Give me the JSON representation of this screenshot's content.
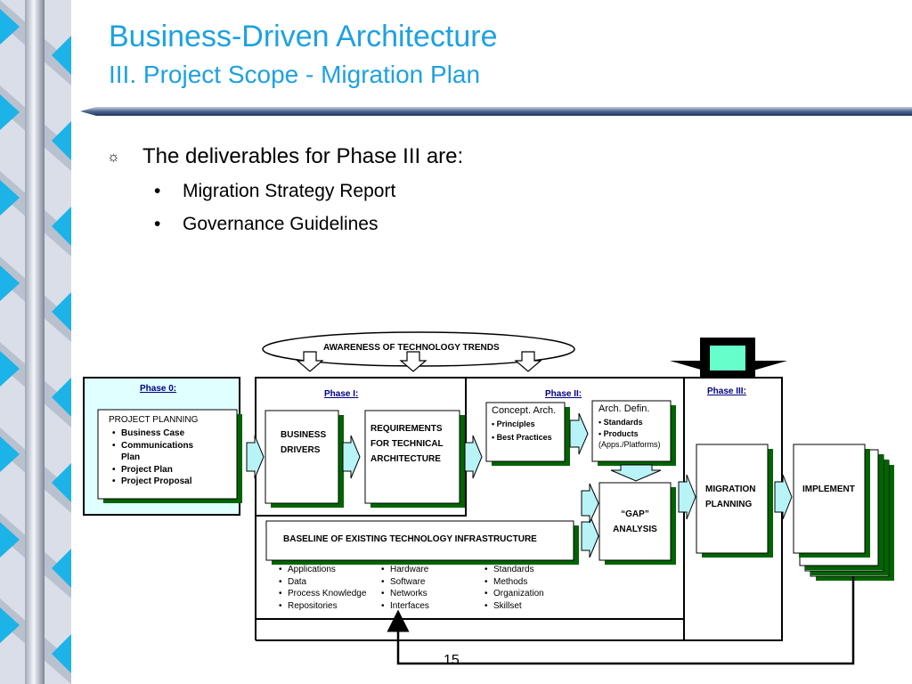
{
  "slide": {
    "title": "Business-Driven Architecture",
    "subtitle": "III. Project Scope - Migration Plan",
    "intro": "The deliverables for Phase III are:",
    "deliverables": [
      "Migration Strategy Report",
      "Governance Guidelines"
    ],
    "page_number": "15"
  },
  "diagram": {
    "trends": "AWARENESS OF TECHNOLOGY TRENDS",
    "phase0": {
      "label": "Phase 0:",
      "heading": "PROJECT PLANNING",
      "items": [
        "Business Case",
        "Communications",
        "Plan",
        "Project Plan",
        "Project Proposal"
      ]
    },
    "phase1": {
      "label": "Phase I:",
      "drivers": [
        "BUSINESS",
        "DRIVERS"
      ],
      "requirements": [
        "REQUIREMENTS",
        "FOR TECHNICAL",
        "ARCHITECTURE"
      ]
    },
    "phase2": {
      "label": "Phase II:",
      "concept_title": "Concept. Arch.",
      "concept_items": [
        "• Principles",
        "• Best Practices"
      ],
      "arch_title": "Arch. Defin.",
      "arch_items": [
        "• Standards",
        "• Products"
      ],
      "arch_note": "(Apps./Platforms)",
      "gap": [
        "“GAP”",
        "ANALYSIS"
      ]
    },
    "phase3": {
      "label": "Phase III:",
      "migration": [
        "MIGRATION",
        "PLANNING"
      ],
      "implement": "IMPLEMENT"
    },
    "baseline": {
      "title": "BASELINE OF EXISTING TECHNOLOGY INFRASTRUCTURE",
      "col1": [
        "Applications",
        "Data",
        "Process Knowledge",
        "Repositories"
      ],
      "col2": [
        "Hardware",
        "Software",
        "Networks",
        "Interfaces"
      ],
      "col3": [
        "Standards",
        "Methods",
        "Organization",
        "Skillset"
      ]
    }
  },
  "colors": {
    "title": "#1ea1e0",
    "box_shadow": "#006400",
    "highlight_fill": "#e0ffff",
    "arrow_fill": "#b7f3f7",
    "marker_fill": "#66ffcc",
    "phase_label": "#000080"
  }
}
